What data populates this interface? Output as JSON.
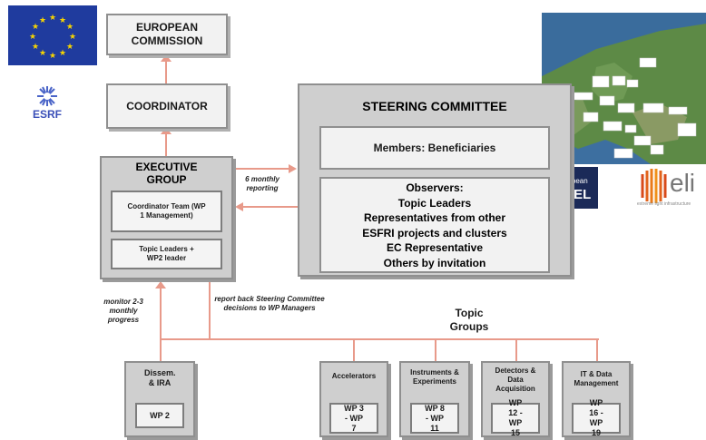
{
  "org": {
    "european_commission": "EUROPEAN COMMISSION",
    "coordinator": "COORDINATOR",
    "executive_group": "EXECUTIVE GROUP",
    "coordinator_team": "Coordinator Team (WP 1 Management)",
    "topic_leaders_wp2": "Topic Leaders + WP2 leader",
    "steering_committee": "STEERING COMMITTEE",
    "members": "Members: Beneficiaries",
    "observers": [
      "Observers:",
      "Topic Leaders",
      "Representatives from other",
      "ESFRI projects and clusters",
      "EC Representative",
      "Others by invitation"
    ]
  },
  "notes": {
    "reporting": "6 monthly reporting",
    "monitor": "monitor 2-3 monthly progress",
    "report_back": "report back Steering Committee decisions to WP Managers",
    "topic_groups": "Topic Groups"
  },
  "groups": [
    {
      "title": "Dissem. & IRA",
      "wp": "WP 2"
    },
    {
      "title": "Accelerators",
      "wp": "WP 3 - WP 7"
    },
    {
      "title": "Instruments & Experiments",
      "wp": "WP 8 - WP 11"
    },
    {
      "title": "Detectors & Data Acquisition",
      "wp": "WP 12 - WP 15"
    },
    {
      "title": "IT & Data Management",
      "wp": "WP 16 - WP 19"
    }
  ],
  "logos": {
    "esrf": "ESRF",
    "xfel_line1": "European",
    "xfel_line2": "XFEL",
    "eli": "eli",
    "eli_sub": "extreme light infrastructure"
  },
  "colors": {
    "connector": "#e89a8a",
    "eu_blue": "#1f3b9e",
    "eu_star": "#f6d400"
  }
}
